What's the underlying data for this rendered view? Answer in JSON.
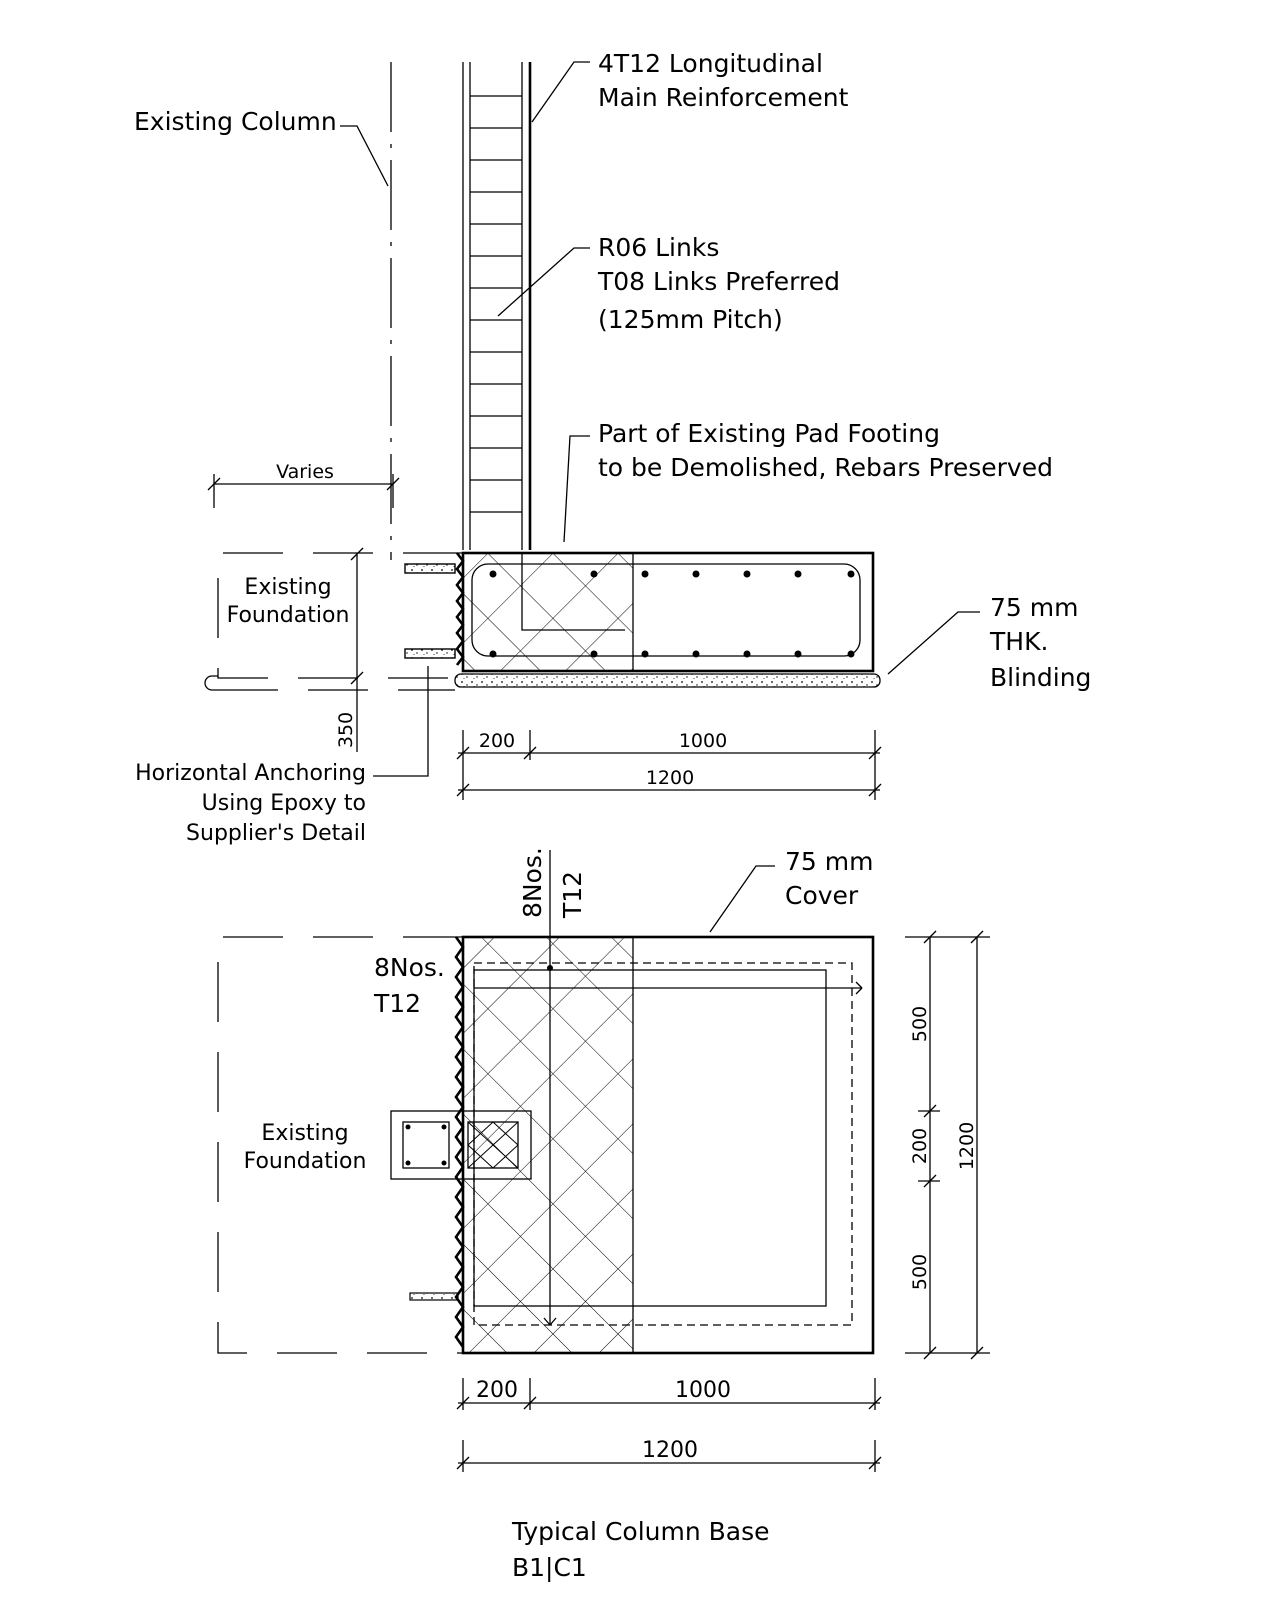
{
  "labels": {
    "existing_column": "Existing Column",
    "main_reinf_1": "4T12 Longitudinal",
    "main_reinf_2": "Main Reinforcement",
    "links_1": "R06 Links",
    "links_2": "T08 Links Preferred",
    "links_3": "(125mm Pitch)",
    "pad_1": "Part of Existing Pad Footing",
    "pad_2": "to be Demolished, Rebars Preserved",
    "varies": "Varies",
    "existing_foundation_1": "Existing",
    "existing_foundation_2": "Foundation",
    "blinding_1": "75 mm",
    "blinding_2": "THK.",
    "blinding_3": "Blinding",
    "depth_350": "350",
    "anchor_1": "Horizontal Anchoring",
    "anchor_2": "Using Epoxy to",
    "anchor_3": "Supplier's Detail",
    "bars_vertical_1": "8Nos.",
    "bars_vertical_2": "T12",
    "bars_horizontal_1": "8Nos.",
    "bars_horizontal_2": "T12",
    "cover_1": "75 mm",
    "cover_2": "Cover",
    "title_1": "Typical Column Base",
    "title_2": "B1|C1"
  },
  "dimensions": {
    "section_200": "200",
    "section_1000": "1000",
    "section_1200": "1200",
    "plan_200": "200",
    "plan_1000": "1000",
    "plan_1200": "1200",
    "plan_side_500_top": "500",
    "plan_side_200": "200",
    "plan_side_500_bottom": "500",
    "plan_side_1200": "1200"
  }
}
